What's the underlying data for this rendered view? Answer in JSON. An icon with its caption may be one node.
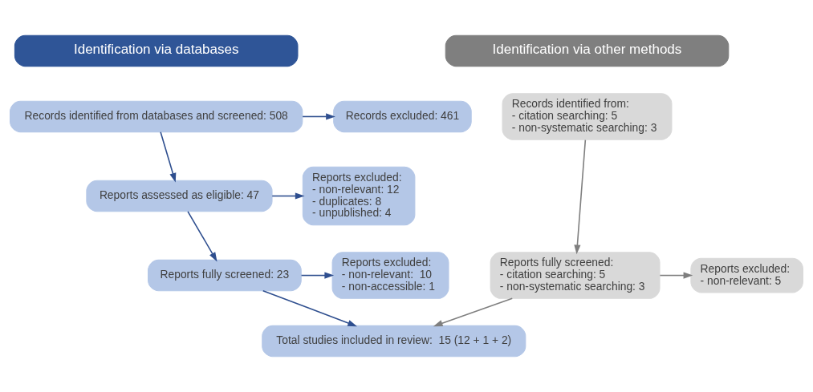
{
  "diagram": {
    "nodes": [
      {
        "text": [
          "Identification via databases"
        ]
      },
      {
        "text": [
          "Identification via other methods"
        ]
      },
      {
        "text": [
          "Records identified from databases and screened: 508"
        ]
      },
      {
        "text": [
          "Records excluded: 461"
        ]
      },
      {
        "text": [
          "Reports assessed as eligible: 47"
        ]
      },
      {
        "text": [
          "Reports excluded:",
          "- non-relevant: 12",
          "- duplicates: 8",
          "- unpublished: 4"
        ]
      },
      {
        "text": [
          "Reports fully screened: 23"
        ]
      },
      {
        "text": [
          "Reports excluded:",
          "- non-relevant:  10",
          "- non-accessible: 1"
        ]
      },
      {
        "text": [
          "Total studies included in review:  15 (12 + 1 + 2)"
        ]
      },
      {
        "text": [
          "Records identified from:",
          "- citation searching: 5",
          "- non-systematic searching: 3"
        ]
      },
      {
        "text": [
          "Reports fully screened:",
          "- citation searching: 5",
          "- non-systematic searching: 3"
        ]
      },
      {
        "text": [
          "Reports excluded:",
          "- non-relevant: 5"
        ]
      }
    ],
    "edges": [
      {
        "from": 2,
        "to": 3,
        "arrow": "to"
      },
      {
        "from": 2,
        "to": 4,
        "arrow": "to"
      },
      {
        "from": 4,
        "to": 5,
        "arrow": "to"
      },
      {
        "from": 4,
        "to": 6,
        "arrow": "to"
      },
      {
        "from": 6,
        "to": 7,
        "arrow": "to"
      },
      {
        "from": 6,
        "to": 8,
        "arrow": "to"
      },
      {
        "from": 9,
        "to": 10,
        "arrow": "to",
        "color": "#7f7f7f"
      },
      {
        "from": 10,
        "to": 11,
        "arrow": "to",
        "color": "#7f7f7f"
      },
      {
        "from": 10,
        "to": 8,
        "arrow": "to",
        "color": "#7f7f7f"
      }
    ]
  }
}
